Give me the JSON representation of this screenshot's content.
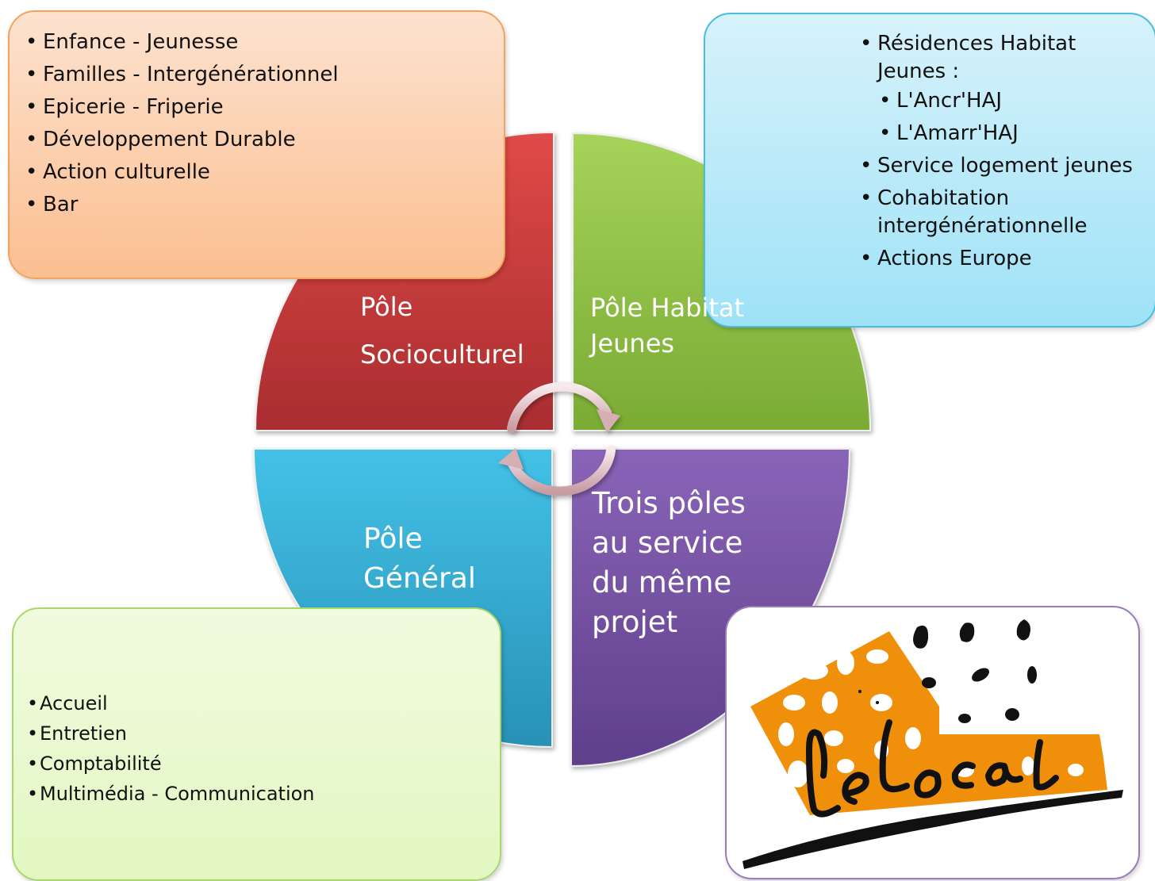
{
  "top_left_box": {
    "items": [
      "Enfance -  Jeunesse",
      "Familles - Intergénérationnel",
      "Epicerie - Friperie",
      "Développement Durable",
      "Action culturelle",
      "Bar"
    ]
  },
  "top_right_box": {
    "item1": "Résidences Habitat Jeunes :",
    "sub_items": [
      "L'Ancr'HAJ",
      "L'Amarr'HAJ"
    ],
    "item2": "Service logement jeunes",
    "item3": "Cohabitation intergénérationnelle",
    "item4": "Actions Europe"
  },
  "bottom_left_box": {
    "items": [
      "Accueil",
      "Entretien",
      "Comptabilité",
      "Multimédia - Communication"
    ]
  },
  "quadrants": {
    "socioculturel": {
      "line1": "Pôle",
      "line2": "Socioculturel",
      "color": "#c0393b"
    },
    "habitat": {
      "line1": "Pôle Habitat",
      "line2": "Jeunes",
      "color": "#8fbf3e"
    },
    "general": {
      "line1": "Pôle",
      "line2": "Général",
      "color": "#2fa9cf"
    },
    "center": {
      "line1": "Trois pôles",
      "line2": "au service",
      "line3": "du même",
      "line4": "projet",
      "color": "#6f4d9e"
    }
  },
  "logo": {
    "text": "le local",
    "name": "le-local-logo",
    "orange": "#f0900a"
  }
}
